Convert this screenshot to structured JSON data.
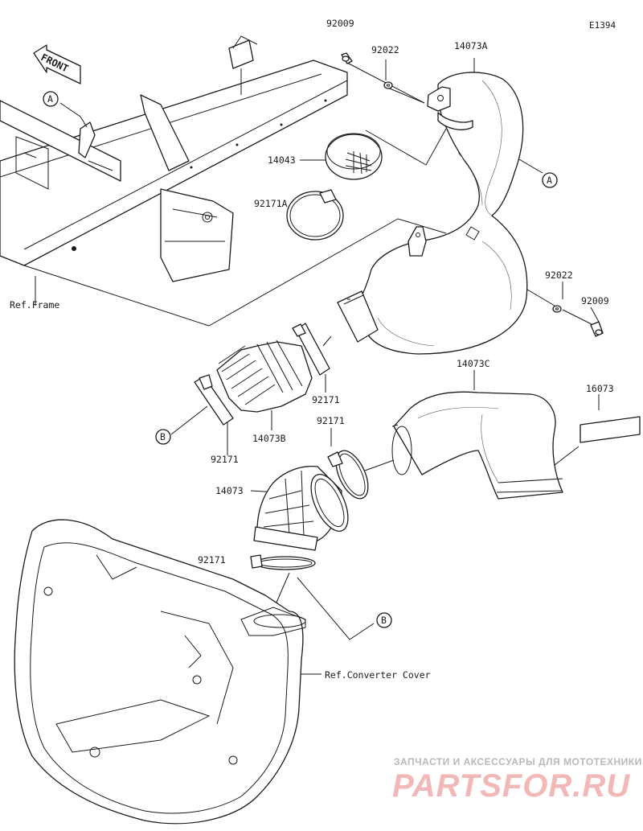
{
  "diagram_code": "E1394",
  "front_marker": "FRONT",
  "callouts": {
    "a_top": "A",
    "a_right": "A",
    "b_left": "B",
    "b_bottom": "B"
  },
  "part_labels": {
    "p92009_top": "92009",
    "p92022_top": "92022",
    "p14073A": "14073A",
    "p14043": "14043",
    "p92171A": "92171A",
    "p92022_right": "92022",
    "p92009_right": "92009",
    "p92171_mid": "92171",
    "p92171_left": "92171",
    "p14073B": "14073B",
    "p14073C": "14073C",
    "p16073": "16073",
    "p92171_c": "92171",
    "p14073": "14073",
    "p92171_bottom": "92171"
  },
  "references": {
    "frame": "Ref.Frame",
    "converter_cover": "Ref.Converter Cover"
  },
  "watermark": {
    "tagline": "ЗАПЧАСТИ И АКСЕССУАРЫ ДЛЯ МОТОТЕХНИКИ",
    "brand": "PARTSFOR.RU"
  }
}
